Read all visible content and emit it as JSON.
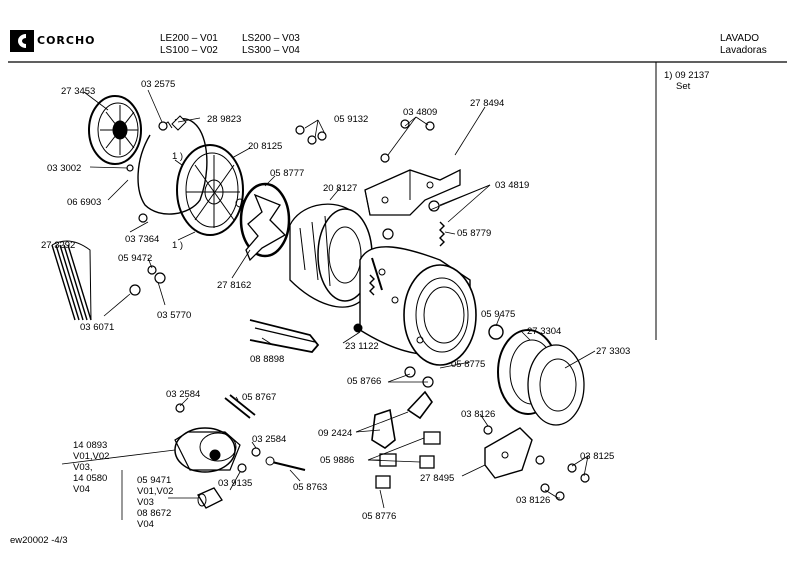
{
  "brand": {
    "name": "CORCHO"
  },
  "header": {
    "models": [
      "LE200 – V01",
      "LS100 – V02",
      "LS200 – V03",
      "LS300 – V04"
    ],
    "category": "LAVADO",
    "subcategory": "Lavadoras"
  },
  "legend": {
    "ref": "1) 09 2137",
    "ref_label": "Set"
  },
  "footer": {
    "code": "ew20002 -4/3"
  },
  "parts": [
    "27 3453",
    "03 2575",
    "28 9823",
    "05 9132",
    "03 4809",
    "27 8494",
    "03 3002",
    "06 6903",
    "20 8125",
    "05 8777",
    "20 8127",
    "03 4819",
    "1 )",
    "03 7364",
    "1 )",
    "05 8779",
    "27 3292",
    "05 9472",
    "03 5770",
    "03 6071",
    "27 8162",
    "08 8898",
    "23 1122",
    "05 9475",
    "27 3304",
    "27 3303",
    "05 8766",
    "05 8775",
    "03 2584",
    "05 8767",
    "09 2424",
    "03 8126",
    "14 0893",
    "V01,V02",
    "V03,",
    "14 0580",
    "V04",
    "03 2584",
    "05 9886",
    "03 8125",
    "05 9471",
    "V01,V02",
    "V03",
    "08 8672",
    "V04",
    "03 9135",
    "05 8763",
    "27 8495",
    "03 8126",
    "05 8776"
  ]
}
